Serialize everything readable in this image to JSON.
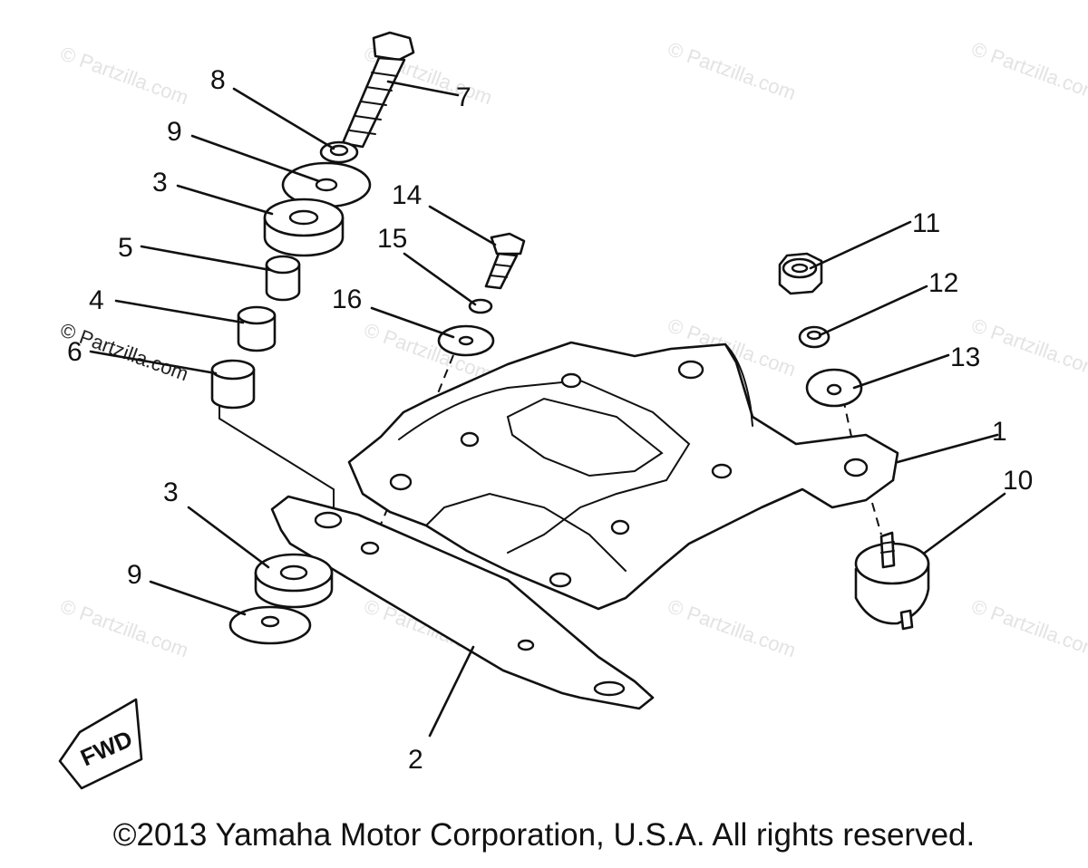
{
  "callouts": {
    "c1": "1",
    "c2": "2",
    "c3a": "3",
    "c3b": "3",
    "c4": "4",
    "c5": "5",
    "c6": "6",
    "c7": "7",
    "c8": "8",
    "c9a": "9",
    "c9b": "9",
    "c10": "10",
    "c11": "11",
    "c12": "12",
    "c13": "13",
    "c14": "14",
    "c15": "15",
    "c16": "16"
  },
  "watermark": "© Partzilla.com",
  "fwd_label": "FWD",
  "copyright": "©2013 Yamaha Motor Corporation, U.S.A. All rights reserved."
}
